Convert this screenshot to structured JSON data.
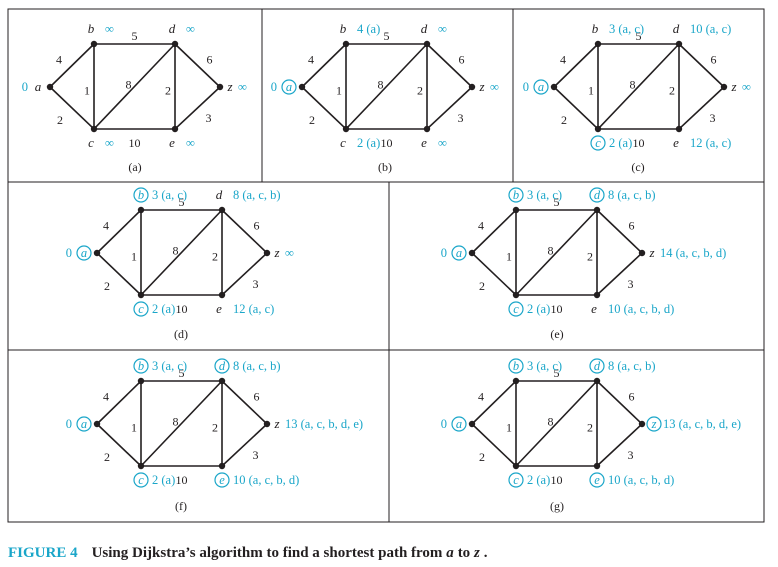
{
  "caption": {
    "number": "FIGURE 4",
    "text_parts": [
      "Using Dijkstra’s algorithm to find a shortest path from ",
      "a",
      " to ",
      "z",
      "."
    ]
  },
  "edge_weights": {
    "ab": "4",
    "ac": "2",
    "bc": "1",
    "bd": "5",
    "cd": "8",
    "ce": "10",
    "de": "2",
    "dz": "6",
    "ez": "3"
  },
  "panels": [
    {
      "id": "a",
      "label": "(a)",
      "nodes": {
        "a": {
          "name": "a",
          "label": "0",
          "circled": false,
          "path": ""
        },
        "b": {
          "name": "b",
          "label": "∞",
          "circled": false,
          "path": ""
        },
        "c": {
          "name": "c",
          "label": "∞",
          "circled": false,
          "path": ""
        },
        "d": {
          "name": "d",
          "label": "∞",
          "circled": false,
          "path": ""
        },
        "e": {
          "name": "e",
          "label": "∞",
          "circled": false,
          "path": ""
        },
        "z": {
          "name": "z",
          "label": "∞",
          "circled": false,
          "path": ""
        }
      }
    },
    {
      "id": "b",
      "label": "(b)",
      "nodes": {
        "a": {
          "name": "a",
          "label": "0",
          "circled": true,
          "path": ""
        },
        "b": {
          "name": "b",
          "label": "4",
          "circled": false,
          "path": "a"
        },
        "c": {
          "name": "c",
          "label": "2",
          "circled": false,
          "path": "a"
        },
        "d": {
          "name": "d",
          "label": "∞",
          "circled": false,
          "path": ""
        },
        "e": {
          "name": "e",
          "label": "∞",
          "circled": false,
          "path": ""
        },
        "z": {
          "name": "z",
          "label": "∞",
          "circled": false,
          "path": ""
        }
      }
    },
    {
      "id": "c",
      "label": "(c)",
      "nodes": {
        "a": {
          "name": "a",
          "label": "0",
          "circled": true,
          "path": ""
        },
        "b": {
          "name": "b",
          "label": "3",
          "circled": false,
          "path": "a, c"
        },
        "c": {
          "name": "c",
          "label": "2",
          "circled": true,
          "path": "a"
        },
        "d": {
          "name": "d",
          "label": "10",
          "circled": false,
          "path": "a, c"
        },
        "e": {
          "name": "e",
          "label": "12",
          "circled": false,
          "path": "a, c"
        },
        "z": {
          "name": "z",
          "label": "∞",
          "circled": false,
          "path": ""
        }
      }
    },
    {
      "id": "d",
      "label": "(d)",
      "nodes": {
        "a": {
          "name": "a",
          "label": "0",
          "circled": true,
          "path": ""
        },
        "b": {
          "name": "b",
          "label": "3",
          "circled": true,
          "path": "a, c"
        },
        "c": {
          "name": "c",
          "label": "2",
          "circled": true,
          "path": "a"
        },
        "d": {
          "name": "d",
          "label": "8",
          "circled": false,
          "path": "a, c, b"
        },
        "e": {
          "name": "e",
          "label": "12",
          "circled": false,
          "path": "a, c"
        },
        "z": {
          "name": "z",
          "label": "∞",
          "circled": false,
          "path": ""
        }
      }
    },
    {
      "id": "e",
      "label": "(e)",
      "nodes": {
        "a": {
          "name": "a",
          "label": "0",
          "circled": true,
          "path": ""
        },
        "b": {
          "name": "b",
          "label": "3",
          "circled": true,
          "path": "a, c"
        },
        "c": {
          "name": "c",
          "label": "2",
          "circled": true,
          "path": "a"
        },
        "d": {
          "name": "d",
          "label": "8",
          "circled": true,
          "path": "a, c, b"
        },
        "e": {
          "name": "e",
          "label": "10",
          "circled": false,
          "path": "a, c, b, d"
        },
        "z": {
          "name": "z",
          "label": "14",
          "circled": false,
          "path": "a, c, b, d"
        }
      }
    },
    {
      "id": "f",
      "label": "(f)",
      "nodes": {
        "a": {
          "name": "a",
          "label": "0",
          "circled": true,
          "path": ""
        },
        "b": {
          "name": "b",
          "label": "3",
          "circled": true,
          "path": "a, c"
        },
        "c": {
          "name": "c",
          "label": "2",
          "circled": true,
          "path": "a"
        },
        "d": {
          "name": "d",
          "label": "8",
          "circled": true,
          "path": "a, c, b"
        },
        "e": {
          "name": "e",
          "label": "10",
          "circled": true,
          "path": "a, c, b, d"
        },
        "z": {
          "name": "z",
          "label": "13",
          "circled": false,
          "path": "a, c, b, d, e"
        }
      }
    },
    {
      "id": "g",
      "label": "(g)",
      "nodes": {
        "a": {
          "name": "a",
          "label": "0",
          "circled": true,
          "path": ""
        },
        "b": {
          "name": "b",
          "label": "3",
          "circled": true,
          "path": "a, c"
        },
        "c": {
          "name": "c",
          "label": "2",
          "circled": true,
          "path": "a"
        },
        "d": {
          "name": "d",
          "label": "8",
          "circled": true,
          "path": "a, c, b"
        },
        "e": {
          "name": "e",
          "label": "10",
          "circled": true,
          "path": "a, c, b, d"
        },
        "z": {
          "name": "z",
          "label": "13",
          "circled": true,
          "path": "a, c, b, d, e"
        }
      }
    }
  ],
  "colors": {
    "accent": "#1aa6c9",
    "ink": "#231f20"
  }
}
